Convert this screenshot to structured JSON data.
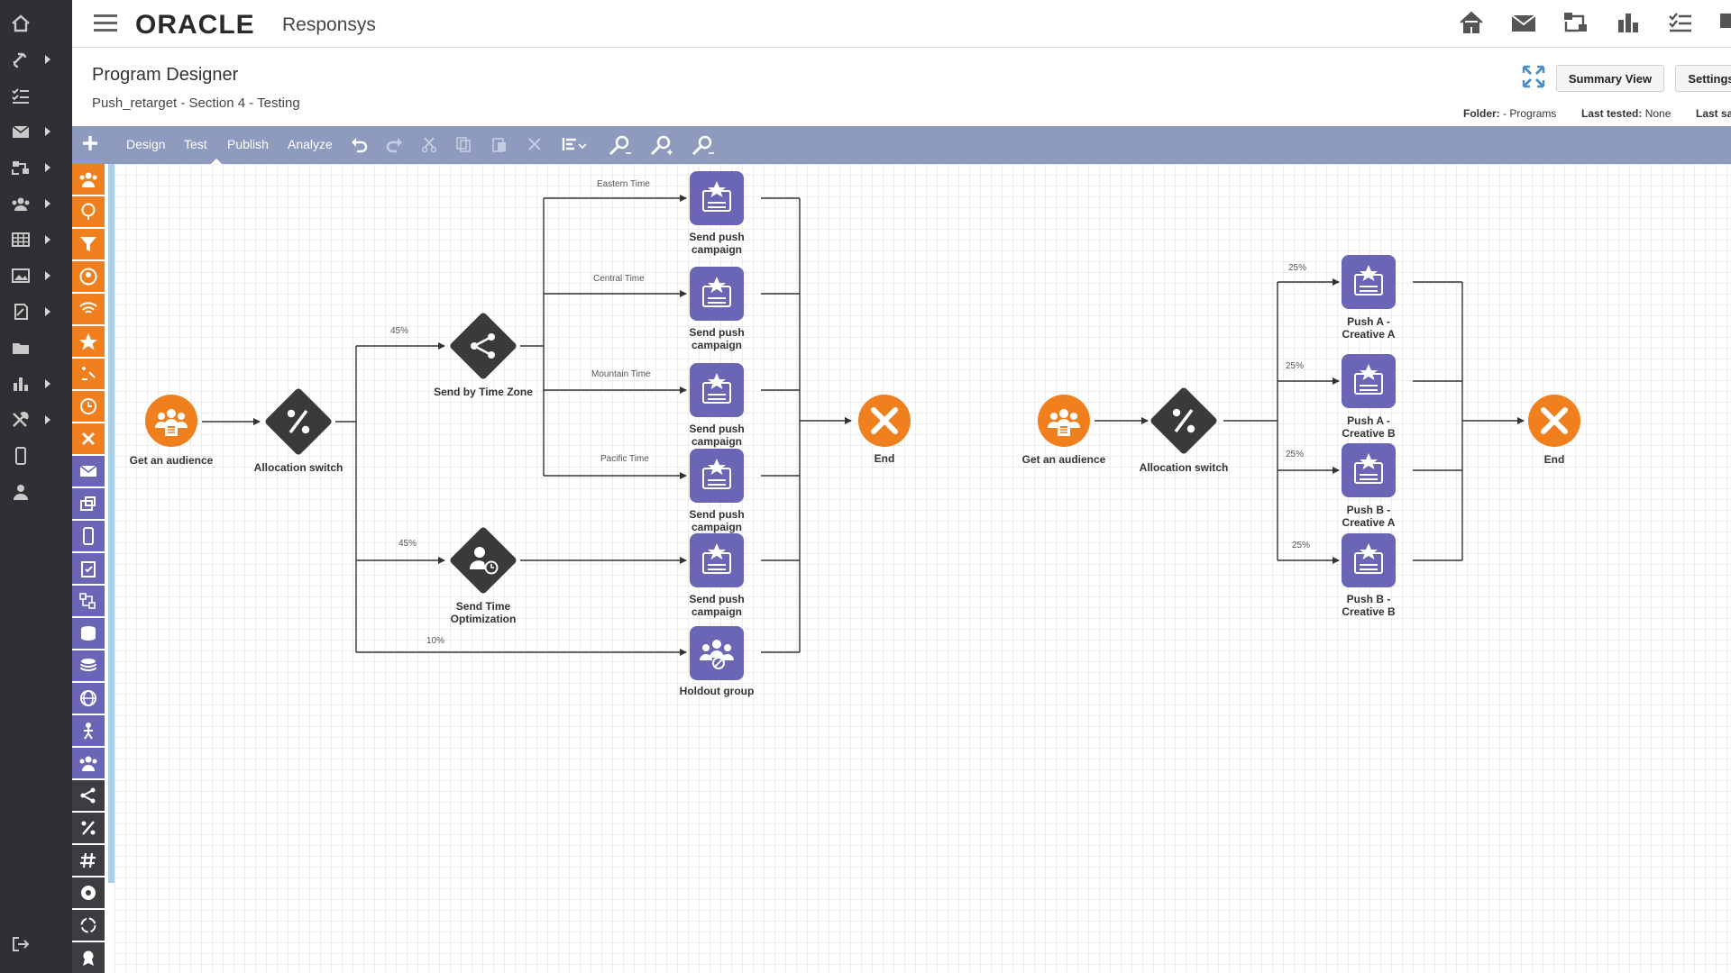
{
  "app": {
    "logo": "ORACLE",
    "product": "Responsys"
  },
  "header_icons": [
    "home-icon",
    "mail-icon",
    "program-icon",
    "insight-icon",
    "checklist-icon",
    "notification-icon"
  ],
  "left_nav": [
    "home-icon",
    "link-icon",
    "checklist-icon",
    "mail-icon",
    "program-icon",
    "audience-icon",
    "table-icon",
    "image-icon",
    "content-icon",
    "folder-icon",
    "chart-icon",
    "tools-icon",
    "mobile-icon",
    "user-icon",
    "logout-icon"
  ],
  "page": {
    "title": "Program Designer",
    "program_name": "Push_retarget - Section 4 - Testing",
    "summary_view": "Summary View",
    "settings": "Settings",
    "folder_label": "Folder:",
    "folder_value": "- Programs",
    "last_tested_label": "Last tested:",
    "last_tested_value": "None",
    "last_saved_label": "Last sa"
  },
  "toolbar": {
    "tabs": [
      "Design",
      "Test",
      "Publish",
      "Analyze"
    ],
    "active_tab": "Design"
  },
  "colors": {
    "orange": "#f07f1e",
    "purple": "#6a65b5",
    "toolbar": "#8e9bbf",
    "nav": "#2e3033",
    "diamond": "#3a3a3a"
  },
  "flow": {
    "labels": {
      "get_audience_1": "Get an audience",
      "alloc_1": "Allocation switch",
      "time_zone": "Send by Time Zone",
      "time_opt": "Send Time Optimization",
      "push_1": "Send push campaign",
      "push_2": "Send push campaign",
      "push_3": "Send push campaign",
      "push_4": "Send push campaign",
      "push_5": "Send push campaign",
      "holdout": "Holdout group",
      "end_1": "End",
      "get_audience_2": "Get an audience",
      "alloc_2": "Allocation switch",
      "push_aa": "Push A - Creative A",
      "push_ab": "Push A - Creative B",
      "push_ba": "Push B - Creative A",
      "push_bb": "Push B - Creative B",
      "end_2": "End"
    },
    "edges": {
      "eastern": "Eastern Time",
      "central": "Central Time",
      "mountain": "Mountain Time",
      "pacific": "Pacific Time",
      "p45a": "45%",
      "p45b": "45%",
      "p10": "10%",
      "q1": "25%",
      "q2": "25%",
      "q3": "25%",
      "q4": "25%"
    }
  }
}
